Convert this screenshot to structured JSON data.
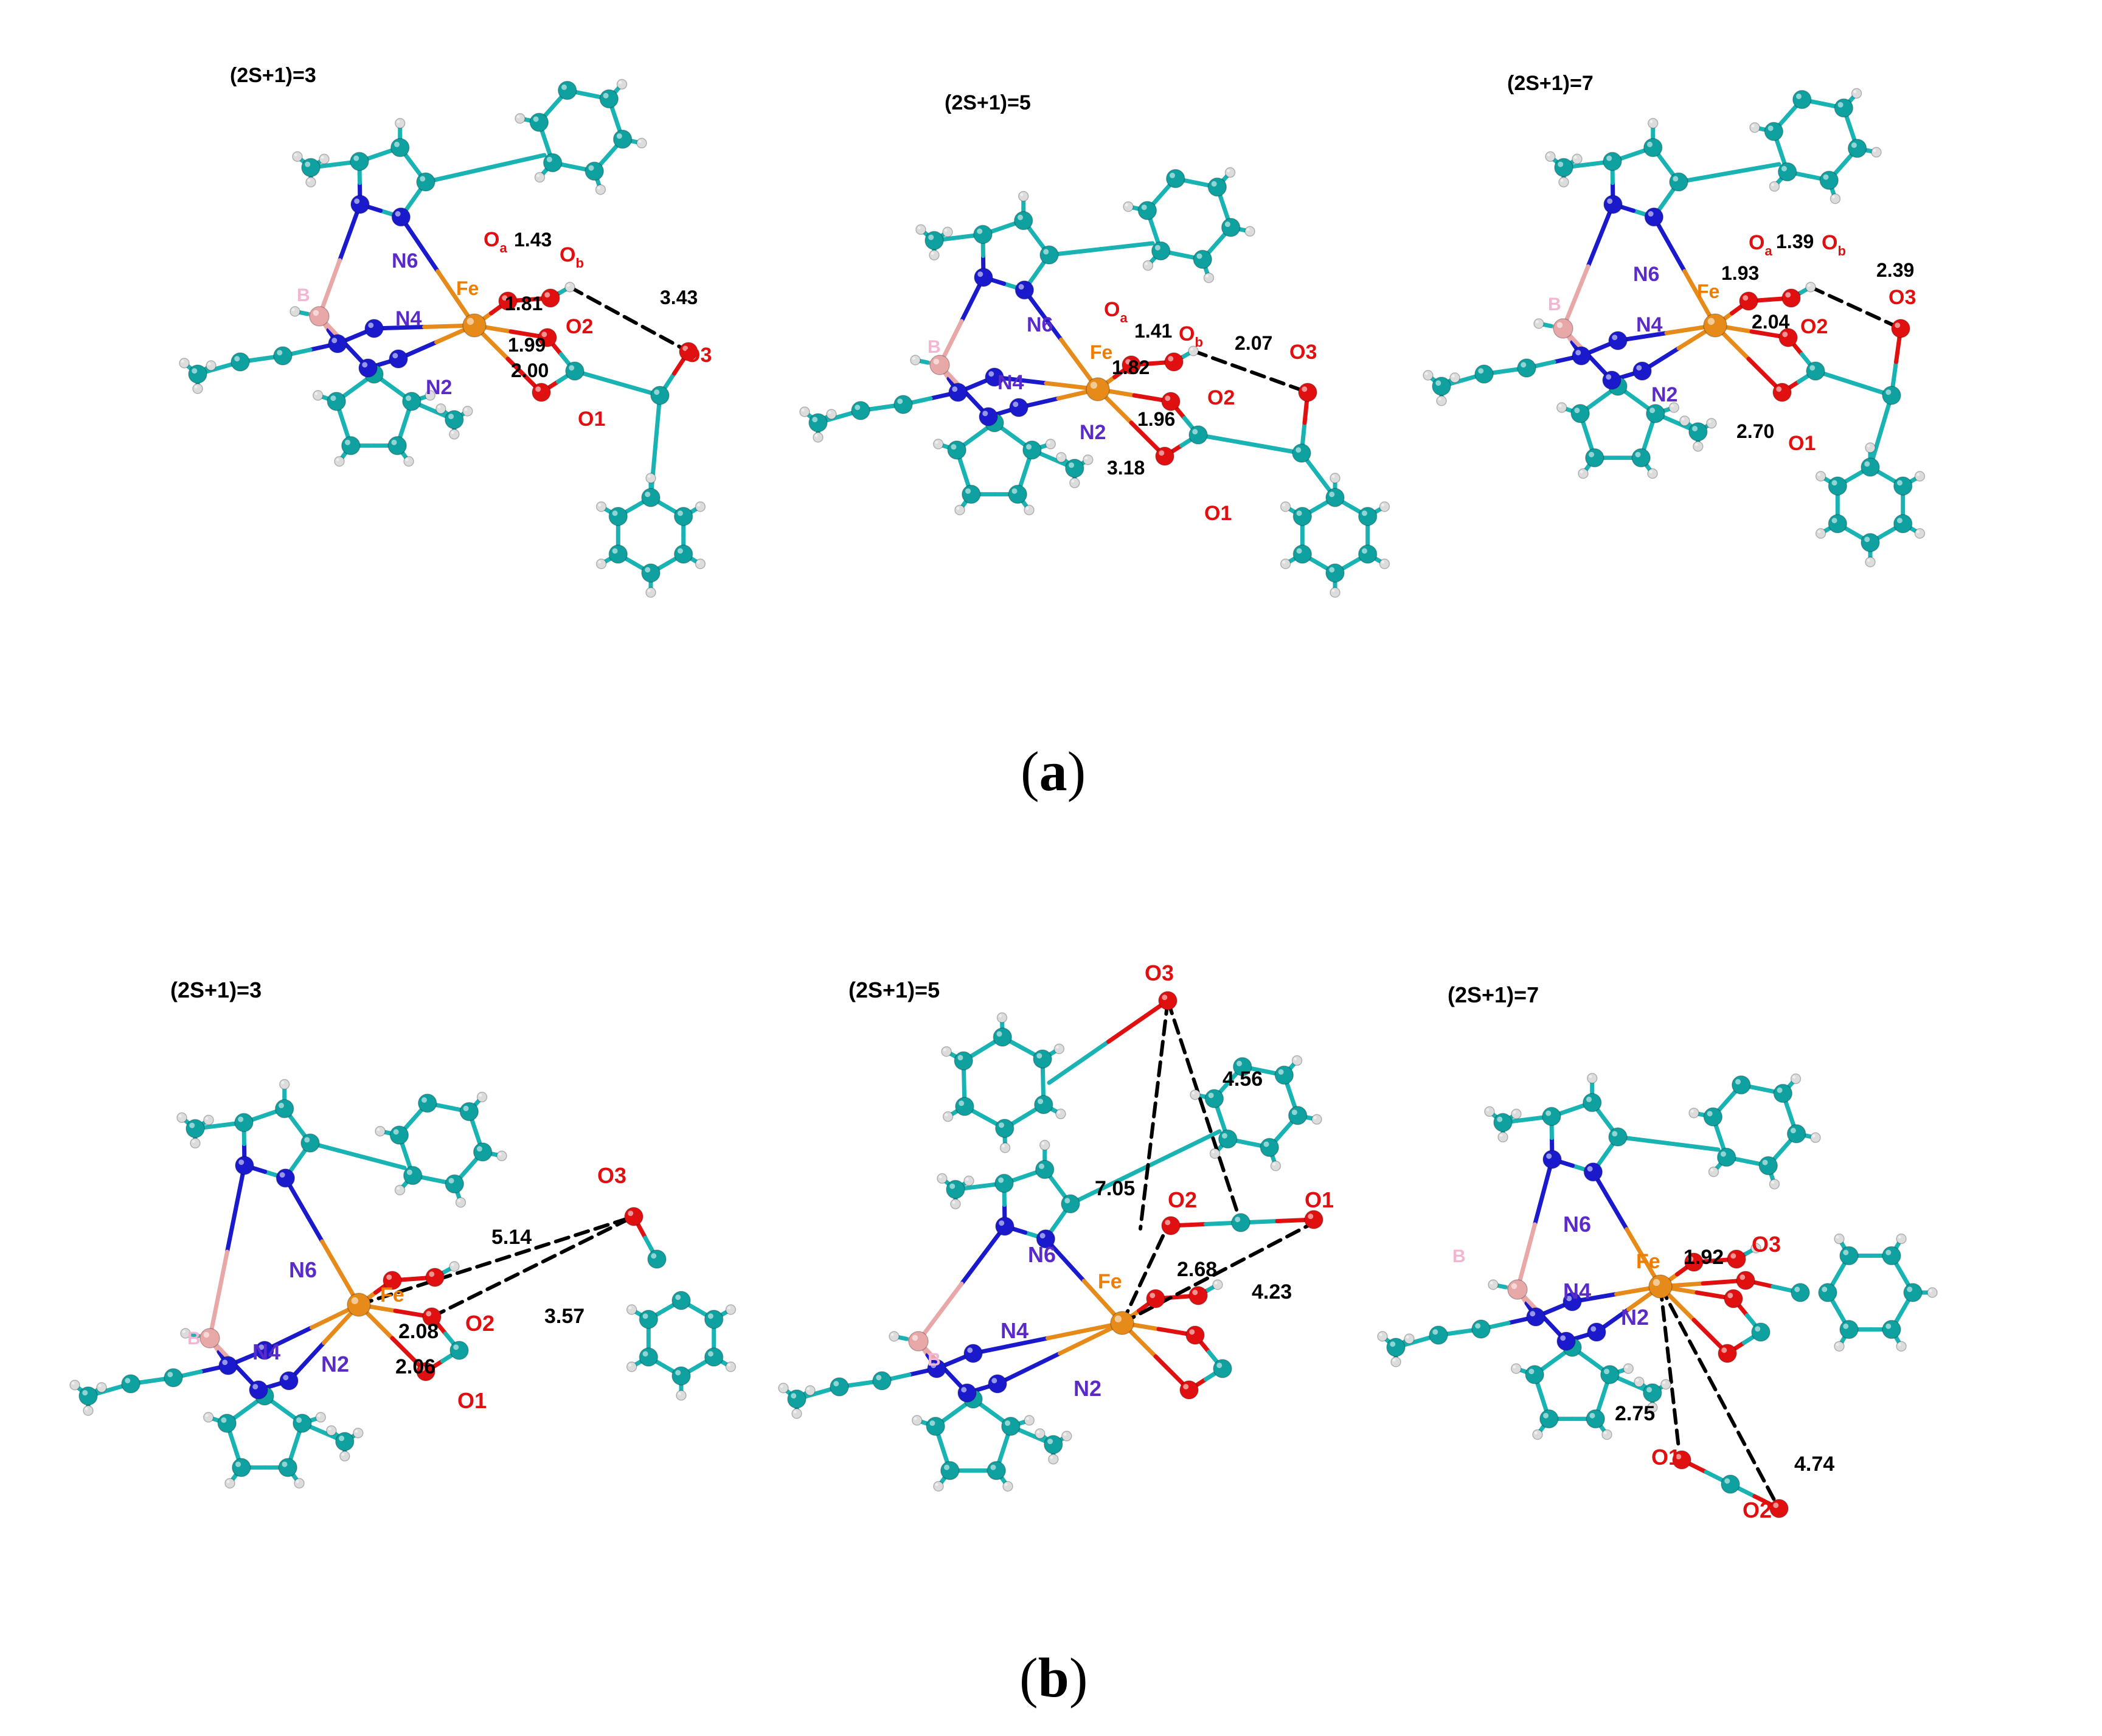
{
  "colors": {
    "carbon": "#0fa0a0",
    "carbon_bond": "#19b3b3",
    "nitrogen": "#1a1acc",
    "oxygen": "#e01010",
    "iron": "#e68a1a",
    "boron": "#e8a8a8",
    "hydrogen": "#dcdcdc",
    "label_oxygen": "#e01010",
    "label_nitrogen": "#5a2bc8",
    "label_iron": "#ef7d00",
    "label_boron": "#f2b6d2",
    "label_distance": "#000000",
    "dashed": "#000000"
  },
  "panels": {
    "a": {
      "label_open": "(",
      "label_letter": "a",
      "label_close": ")",
      "states": [
        {
          "multiplicity": "(2S+1)=3",
          "atoms": {
            "b": "B",
            "fe": "Fe",
            "n2": "N2",
            "n4": "N4",
            "n6": "N6",
            "o1": "O1",
            "o2": "O2",
            "o3": "O3",
            "oa": "O",
            "oa_sub": "a",
            "ob": "O",
            "ob_sub": "b"
          },
          "distances": [
            "1.43",
            "3.43",
            "1.81",
            "1.99",
            "2.00"
          ]
        },
        {
          "multiplicity": "(2S+1)=5",
          "atoms": {
            "b": "B",
            "fe": "Fe",
            "n2": "N2",
            "n4": "N4",
            "n6": "N6",
            "o1": "O1",
            "o2": "O2",
            "o3": "O3",
            "oa": "O",
            "oa_sub": "a",
            "ob": "O",
            "ob_sub": "b"
          },
          "distances": [
            "1.41",
            "2.07",
            "1.82",
            "1.96",
            "3.18"
          ]
        },
        {
          "multiplicity": "(2S+1)=7",
          "atoms": {
            "b": "B",
            "fe": "Fe",
            "n2": "N2",
            "n4": "N4",
            "n6": "N6",
            "o1": "O1",
            "o2": "O2",
            "o3": "O3",
            "oa": "O",
            "oa_sub": "a",
            "ob": "O",
            "ob_sub": "b"
          },
          "distances": [
            "1.39",
            "2.39",
            "1.93",
            "2.04",
            "2.70"
          ]
        }
      ]
    },
    "b": {
      "label_open": "(",
      "label_letter": "b",
      "label_close": ")",
      "states": [
        {
          "multiplicity": "(2S+1)=3",
          "atoms": {
            "b": "B",
            "fe": "Fe",
            "n2": "N2",
            "n4": "N4",
            "n6": "N6",
            "o1": "O1",
            "o2": "O2",
            "o3": "O3"
          },
          "distances": [
            "5.14",
            "3.57",
            "2.08",
            "2.06"
          ]
        },
        {
          "multiplicity": "(2S+1)=5",
          "atoms": {
            "b": "B",
            "fe": "Fe",
            "n2": "N2",
            "n4": "N4",
            "n6": "N6",
            "o1": "O1",
            "o2": "O2",
            "o3": "O3"
          },
          "distances": [
            "4.56",
            "7.05",
            "2.68",
            "4.23"
          ]
        },
        {
          "multiplicity": "(2S+1)=7",
          "atoms": {
            "b": "B",
            "fe": "Fe",
            "n2": "N2",
            "n4": "N4",
            "n6": "N6",
            "o1": "O1",
            "o2": "O2",
            "o3": "O3"
          },
          "distances": [
            "1.92",
            "2.75",
            "4.74"
          ]
        }
      ]
    }
  }
}
